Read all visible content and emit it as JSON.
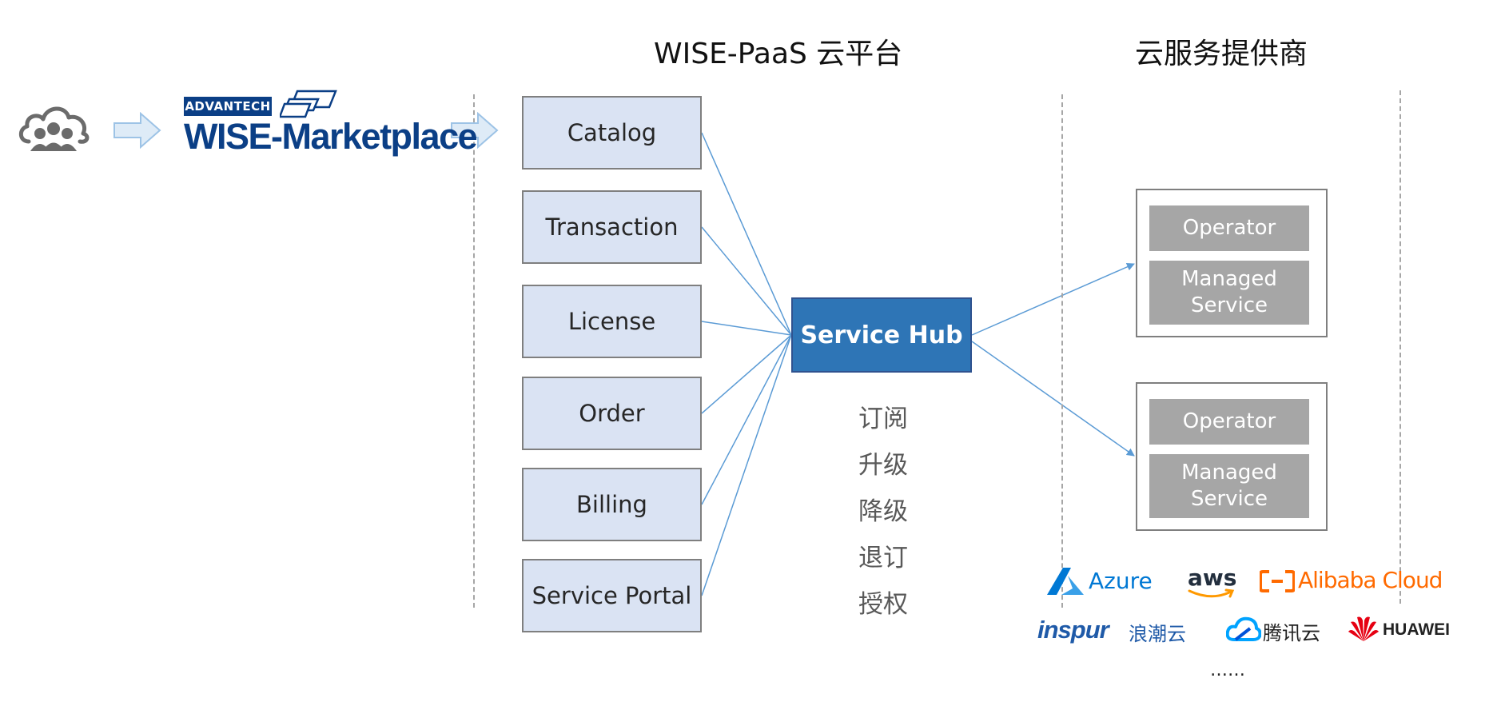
{
  "headings": {
    "platform": "WISE-PaaS 云平台",
    "providers": "云服务提供商"
  },
  "marketplace": {
    "brand": "ADVANTECH",
    "name": "WISE-Marketplace"
  },
  "modules": [
    "Catalog",
    "Transaction",
    "License",
    "Order",
    "Billing",
    "Service Portal"
  ],
  "hub": {
    "label": "Service Hub"
  },
  "actions": [
    "订阅",
    "升级",
    "降级",
    "退订",
    "授权"
  ],
  "providers": [
    {
      "operator": "Operator",
      "managed": "Managed\nService"
    },
    {
      "operator": "Operator",
      "managed": "Managed\nService"
    }
  ],
  "cloud_logos": {
    "azure": "Azure",
    "aws": "aws",
    "alibaba": "Alibaba Cloud",
    "inspur": "inspur",
    "inspur_cn": "浪潮云",
    "tencent": "腾讯云",
    "huawei": "HUAWEI",
    "more": "……"
  },
  "colors": {
    "module_fill": "#dae3f3",
    "hub_fill": "#2e75b6",
    "connector": "#5b9bd5",
    "operator_fill": "#a6a6a6",
    "alibaba": "#ff6a00",
    "huawei": "#e60012",
    "azure": "#0078d4",
    "inspur": "#1f5aa8"
  }
}
